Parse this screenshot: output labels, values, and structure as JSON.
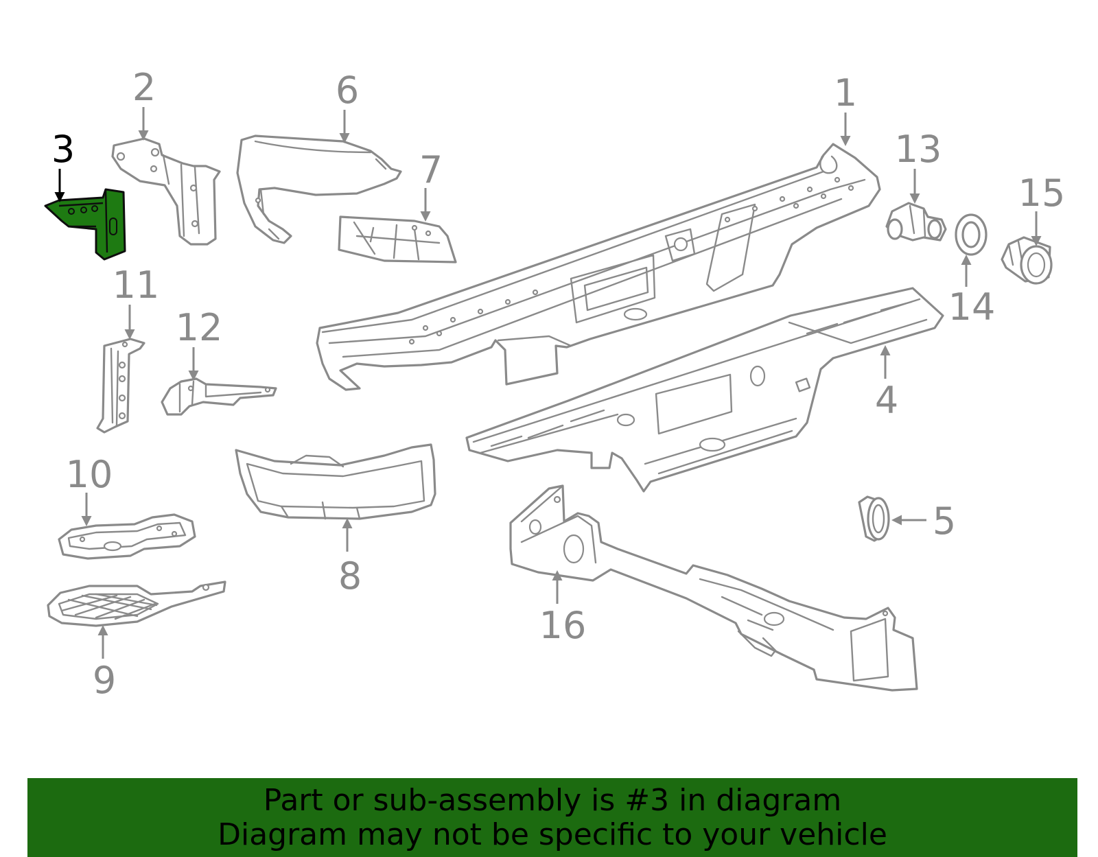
{
  "callouts": {
    "c1": "1",
    "c2": "2",
    "c3": "3",
    "c4": "4",
    "c5": "5",
    "c6": "6",
    "c7": "7",
    "c8": "8",
    "c9": "9",
    "c10": "10",
    "c11": "11",
    "c12": "12",
    "c13": "13",
    "c14": "14",
    "c15": "15",
    "c16": "16"
  },
  "highlighted_part": "3",
  "colors": {
    "highlight": "#1e7a12",
    "banner": "#1c6b10",
    "line_art": "#8a8a8a"
  },
  "banner": {
    "line1": "Part or sub-assembly is #3 in diagram",
    "line2": "Diagram may not be specific to your vehicle"
  }
}
